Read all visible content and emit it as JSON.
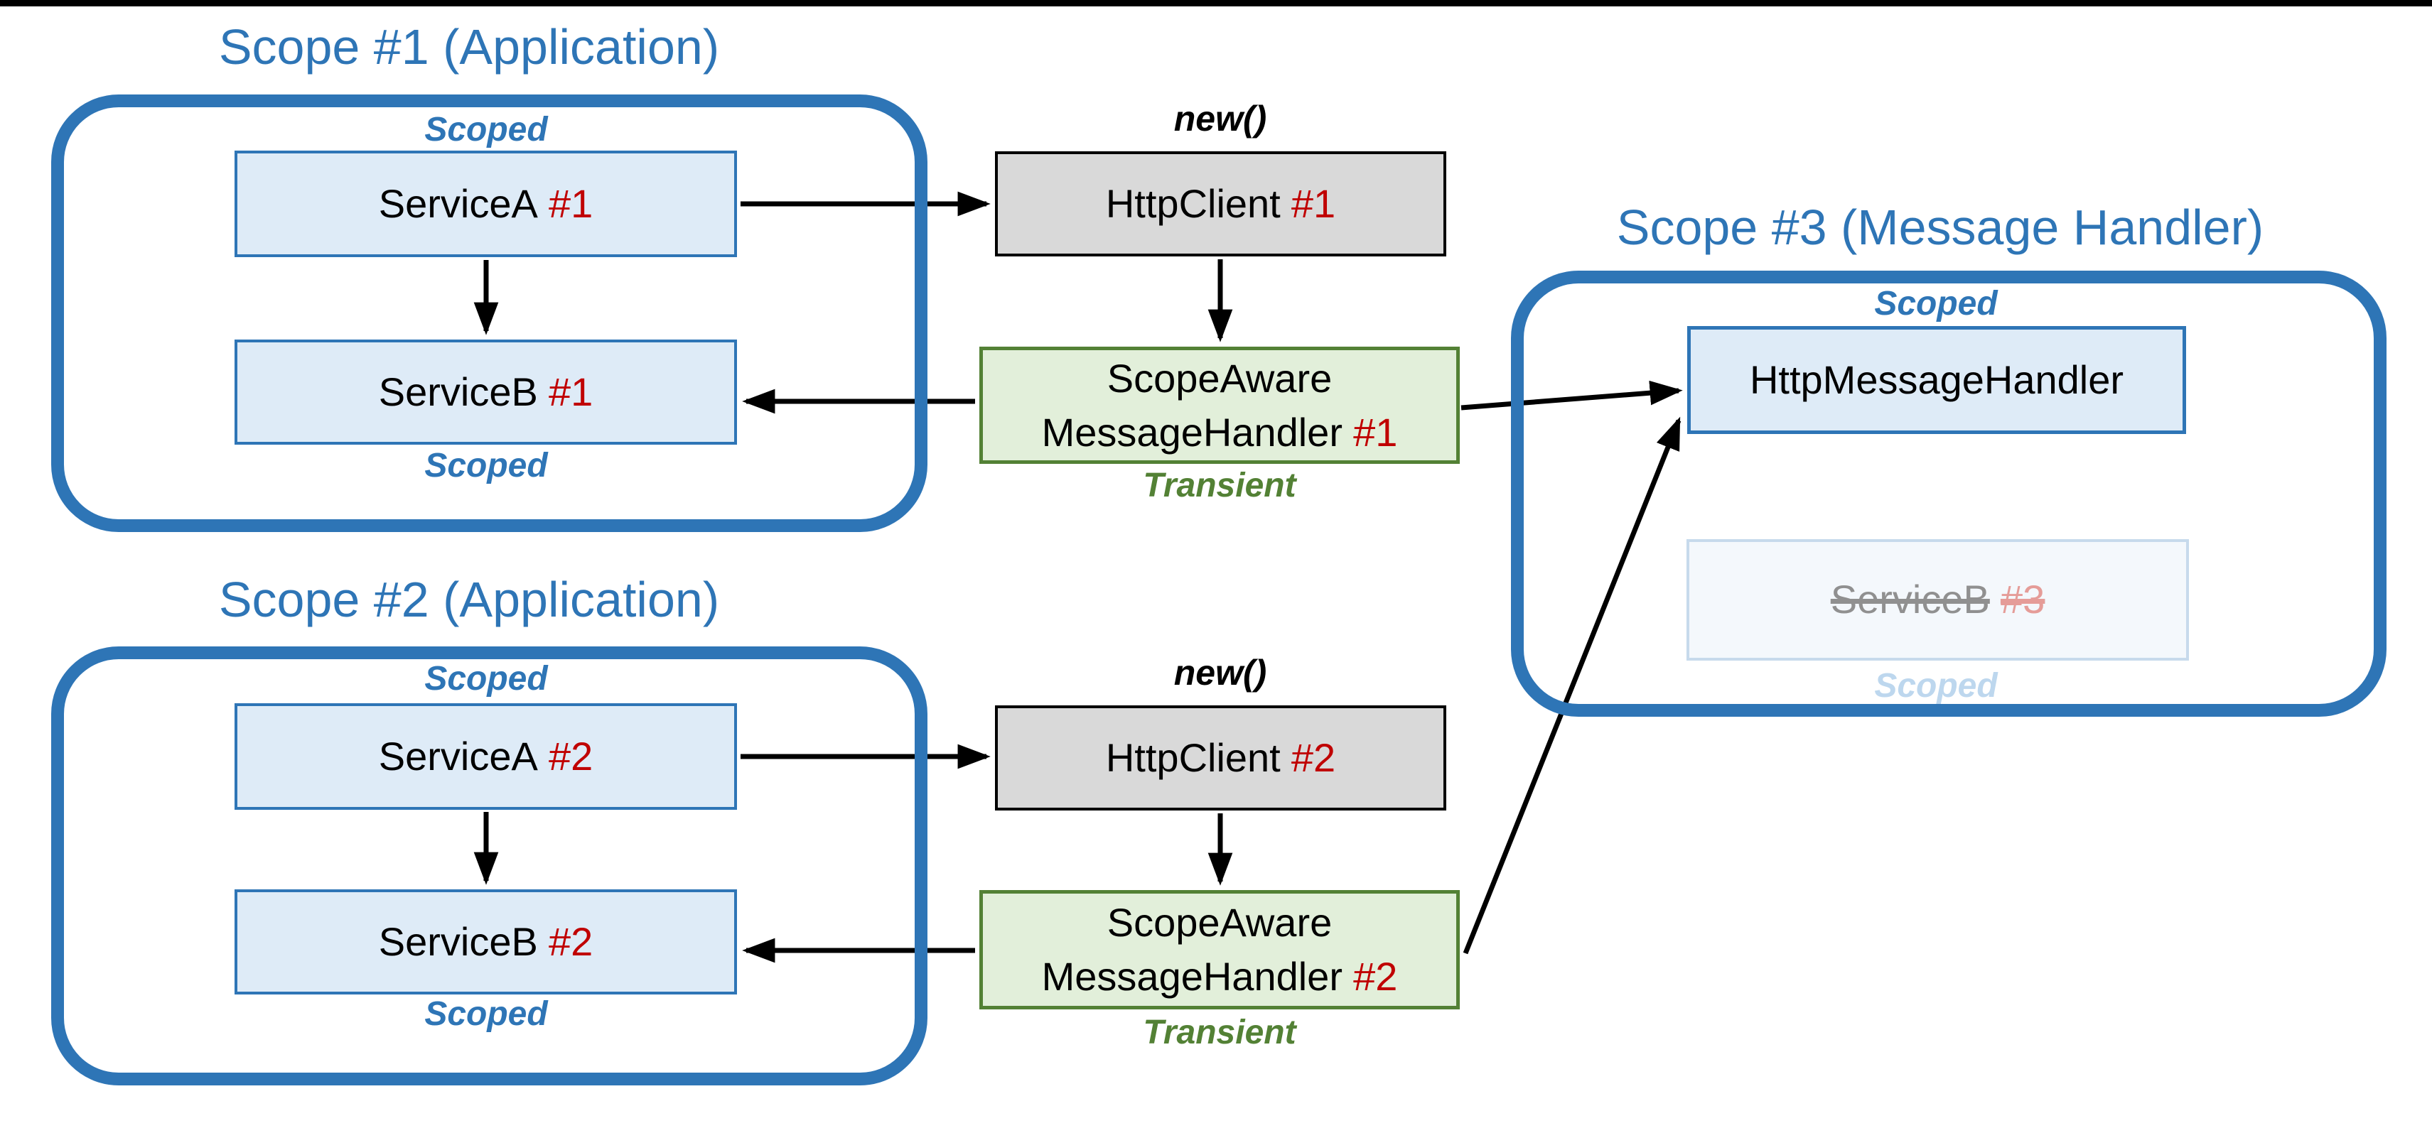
{
  "colors": {
    "accent_blue": "#2E75B6",
    "box_blue_fill": "#DEEBF7",
    "gray_fill": "#D9D9D9",
    "green_fill": "#E2EFDA",
    "green_dark": "#538135",
    "instance_red": "#C00000",
    "faded_text_gray": "#909090",
    "faded_red": "#E59C98",
    "faded_blue": "#BDD7EE",
    "arrow_black": "#000000"
  },
  "scope1": {
    "title": "Scope #1 (Application)",
    "scoped_top": "Scoped",
    "scoped_bottom": "Scoped",
    "service_a": {
      "name": "ServiceA",
      "instance": "#1"
    },
    "service_b": {
      "name": "ServiceB",
      "instance": "#1"
    }
  },
  "scope2": {
    "title": "Scope #2 (Application)",
    "scoped_top": "Scoped",
    "scoped_bottom": "Scoped",
    "service_a": {
      "name": "ServiceA",
      "instance": "#2"
    },
    "service_b": {
      "name": "ServiceB",
      "instance": "#2"
    }
  },
  "scope3": {
    "title": "Scope #3 (Message Handler)",
    "scoped_top": "Scoped",
    "scoped_bottom": "Scoped",
    "http_message_handler": {
      "name": "HttpMessageHandler"
    },
    "service_b": {
      "name": "ServiceB",
      "instance": "#3"
    }
  },
  "pipeline1": {
    "new_label": "new()",
    "http_client": {
      "name": "HttpClient",
      "instance": "#1"
    },
    "message_handler": {
      "line1": "ScopeAware",
      "line2": "MessageHandler",
      "instance": "#1"
    },
    "transient_label": "Transient"
  },
  "pipeline2": {
    "new_label": "new()",
    "http_client": {
      "name": "HttpClient",
      "instance": "#2"
    },
    "message_handler": {
      "line1": "ScopeAware",
      "line2": "MessageHandler",
      "instance": "#2"
    },
    "transient_label": "Transient"
  }
}
